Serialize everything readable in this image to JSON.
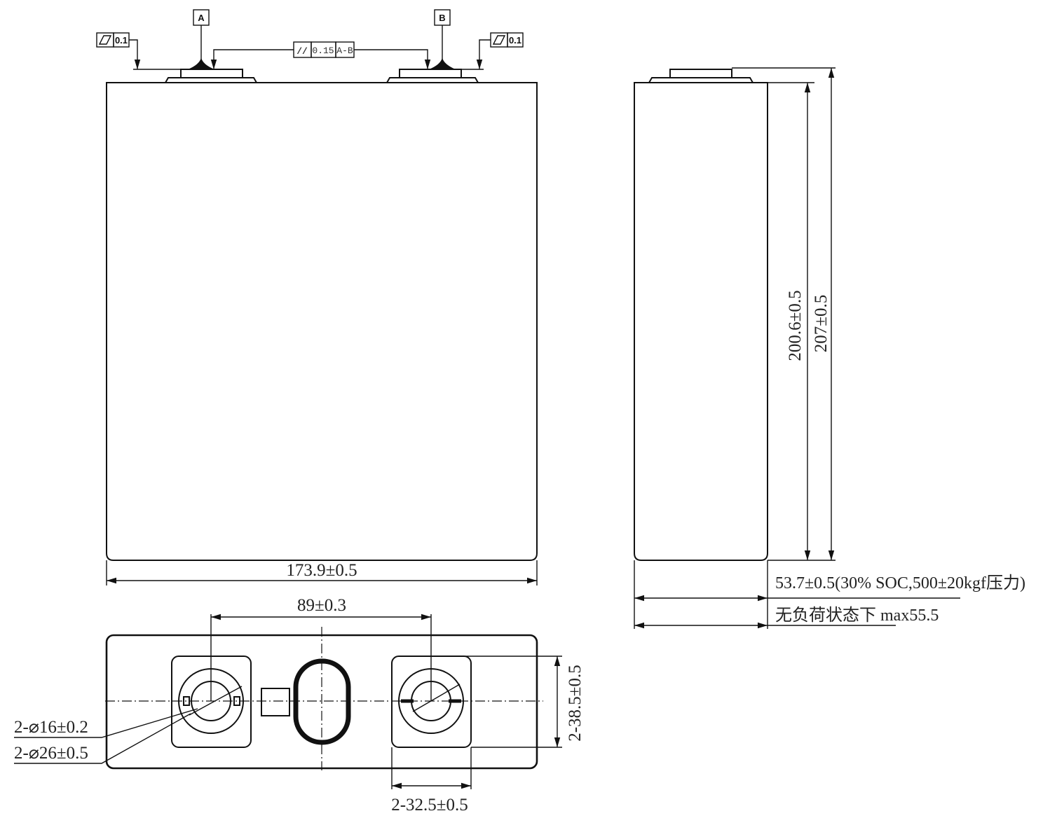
{
  "drawing": {
    "title": "Prismatic cell dimension drawing",
    "views": {
      "front": {
        "datum_labels": [
          "A",
          "B"
        ],
        "flatness_left": {
          "symbol": "flatness",
          "value": "0.1"
        },
        "flatness_right": {
          "symbol": "flatness",
          "value": "0.1"
        },
        "parallelism": {
          "symbol": "//",
          "value": "0.15",
          "datum": "A-B"
        },
        "width_dim": "173.9±0.5"
      },
      "side": {
        "height_body_dim": "200.6±0.5",
        "height_total_dim": "207±0.5",
        "thickness_loaded_dim": "53.7±0.5(30% SOC,500±20kgf压力)",
        "thickness_unloaded_dim": "无负荷状态下 max55.5"
      },
      "top": {
        "terminal_spacing_dim": "89±0.3",
        "hole_small_dim": "2-⌀16±0.2",
        "hole_large_dim": "2-⌀26±0.5",
        "pad_height_dim": "2-38.5±0.5",
        "pad_width_dim": "2-32.5±0.5"
      }
    },
    "colors": {
      "line": "#111111",
      "text": "#222222",
      "background": "#ffffff"
    }
  }
}
